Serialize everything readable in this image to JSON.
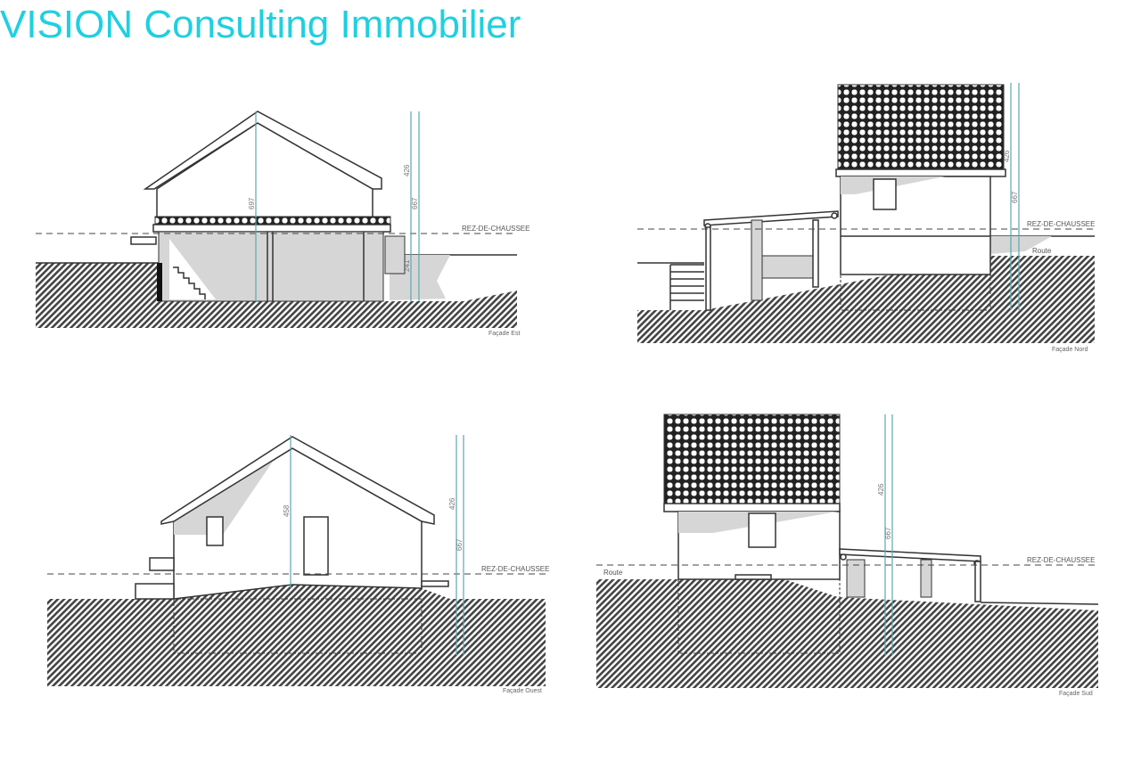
{
  "title": "VISION Consulting Immobilier",
  "colors": {
    "title": "#1fd0e0",
    "dimension_lines": "#5aa7b3"
  },
  "level_label": "REZ-DE-CHAUSSEE",
  "facades": [
    {
      "name": "Façade Est",
      "dims": {
        "center": "697",
        "top": "426",
        "total": "667",
        "lower": "241"
      }
    },
    {
      "name": "Façade Nord",
      "dims": {
        "top": "426",
        "total": "667"
      },
      "route": "Route"
    },
    {
      "name": "Façade Ouest",
      "dims": {
        "center": "458",
        "top": "426",
        "total": "667"
      }
    },
    {
      "name": "Façade Sud",
      "dims": {
        "top": "426",
        "total": "667"
      },
      "route": "Route"
    }
  ]
}
